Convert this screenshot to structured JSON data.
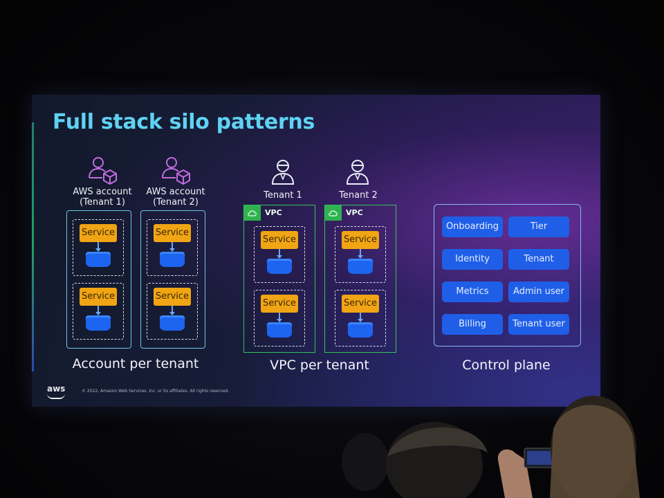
{
  "slide": {
    "title": "Full stack silo patterns",
    "copyright": "© 2022, Amazon Web Services, Inc. or its affiliates. All rights reserved.",
    "logo_text": "aws"
  },
  "account_per_tenant": {
    "label": "Account per tenant",
    "accounts": [
      {
        "line1": "AWS account",
        "line2": "(Tenant 1)",
        "services": [
          "Service",
          "Service"
        ]
      },
      {
        "line1": "AWS account",
        "line2": "(Tenant 2)",
        "services": [
          "Service",
          "Service"
        ]
      }
    ],
    "icon": "user-with-box-icon",
    "icon_color": "#c36ce0"
  },
  "vpc_per_tenant": {
    "label": "VPC per tenant",
    "tenants": [
      {
        "name": "Tenant 1",
        "vpc_label": "VPC",
        "services": [
          "Service",
          "Service"
        ]
      },
      {
        "name": "Tenant 2",
        "vpc_label": "VPC",
        "services": [
          "Service",
          "Service"
        ]
      }
    ],
    "icon": "tenant-user-icon",
    "vpc_color": "#35c45a"
  },
  "control_plane": {
    "label": "Control plane",
    "items": [
      "Onboarding",
      "Tier",
      "Identity",
      "Tenant",
      "Metrics",
      "Admin user",
      "Billing",
      "Tenant user"
    ],
    "button_color": "#1f5fe8"
  },
  "colors": {
    "title": "#5fd2f2",
    "service": "#f1a514",
    "database": "#1d64f0",
    "account_border": "#6cc6e6"
  }
}
